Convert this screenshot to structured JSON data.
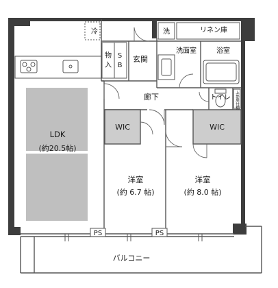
{
  "plan": {
    "rooms": {
      "ldk": {
        "name": "LDK",
        "area": "(約20.5帖)"
      },
      "western_a": {
        "name": "洋室",
        "area": "(約 6.7 帖)"
      },
      "western_b": {
        "name": "洋室",
        "area": "(約 8.0 帖)"
      },
      "wic_a": "WIC",
      "wic_b": "WIC",
      "corridor": "廊下",
      "entrance": "玄関",
      "storage_1": "物",
      "storage_2": "入",
      "shoe_box_1": "S",
      "shoe_box_2": "B",
      "washroom": "洗面室",
      "bathroom": "浴室",
      "linen": "リネン庫",
      "washer": "洗",
      "toilet": "トイレ",
      "fridge": "冷",
      "balcony": "バルコニー",
      "ps_left": "PS",
      "ps_right": "PS",
      "top_door_box": "上部扉付棚"
    },
    "colors": {
      "wall": "#3d3d3d",
      "room_gray": "#bfbfbf",
      "wic_fill": "#cdcdcd",
      "line": "#555555"
    }
  }
}
